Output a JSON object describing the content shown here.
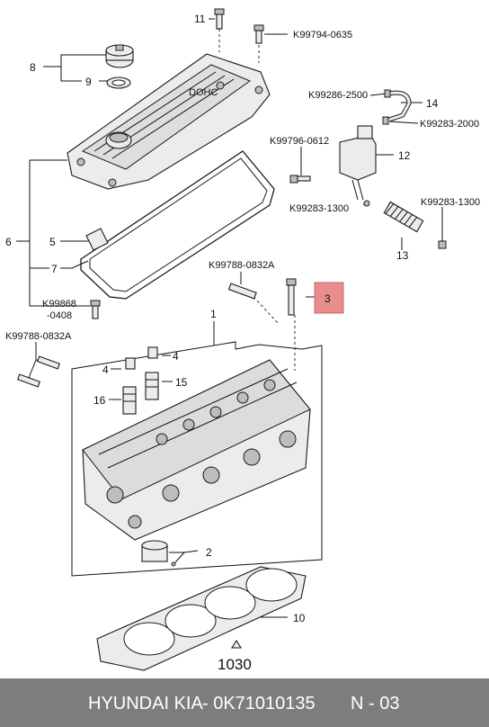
{
  "labels": {
    "l11": "11",
    "l8": "8",
    "l9": "9",
    "lk99794": "K99794-0635",
    "lk99286": "K99286-2500",
    "l14": "14",
    "lk99283a": "K99283-2000",
    "lk99796": "K99796-0612",
    "l12": "12",
    "lk99283b": "K99283-1300",
    "lk99283c": "K99283-1300",
    "l13": "13",
    "l6": "6",
    "l5": "5",
    "l7": "7",
    "lk99868a": "K99868",
    "lk99868b": "-0408",
    "lk99788a": "K99788-0832A",
    "l3": "3",
    "l1": "1",
    "lk99788b": "K99788-0832A",
    "l4a": "4",
    "l4b": "4",
    "l16": "16",
    "l15": "15",
    "l2": "2",
    "l10": "10",
    "l1030": "1030"
  },
  "highlight_color": "#e88c8c",
  "footer": {
    "brand": "HYUNDAI  KIA",
    "part_number": "- 0K71010135",
    "page": "N - 03"
  }
}
